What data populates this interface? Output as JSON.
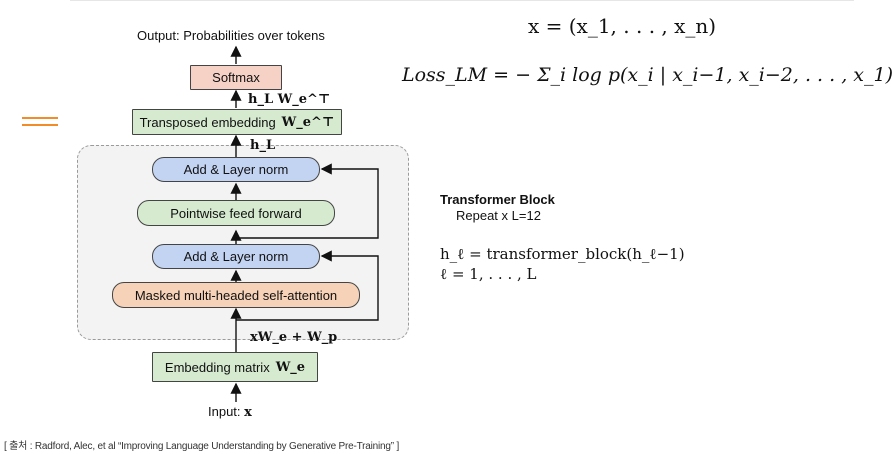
{
  "diagram": {
    "output_label": "Output: Probabilities over tokens",
    "softmax": "Softmax",
    "hlwe_label": "h_L W_e^⊤",
    "transposed_embedding": "Transposed embedding",
    "transposed_embedding_math": "W_e^⊤",
    "hl_label": "h_L",
    "add_norm_top": "Add & Layer norm",
    "ffn": "Pointwise feed forward",
    "add_norm_bottom": "Add & Layer norm",
    "attention": "Masked multi-headed self-attention",
    "embed_sum_label": "xW_e + W_p",
    "embedding_matrix": "Embedding matrix",
    "embedding_matrix_math": "W_e",
    "input_label": "Input:",
    "input_math": "x"
  },
  "transformer_block": {
    "title": "Transformer Block",
    "subtitle": "Repeat x L=12",
    "eq1": "h_ℓ = transformer_block(h_ℓ−1)",
    "eq2": "ℓ = 1, . . . , L"
  },
  "equations": {
    "x_def": "x = (x_1, . . . , x_n)",
    "loss": "Loss_LM = − Σ_i log p(x_i | x_i−1, x_i−2, . . . , x_1)"
  },
  "caption": "[ 출처 : Radford, Alec, et al “Improving Language Understanding by Generative Pre-Training” ]",
  "colors": {
    "accent_orange": "#f28c28",
    "green_box": "#d6ead0",
    "blue_box": "#c3d4f3",
    "orange_box": "#f6d2b8"
  }
}
